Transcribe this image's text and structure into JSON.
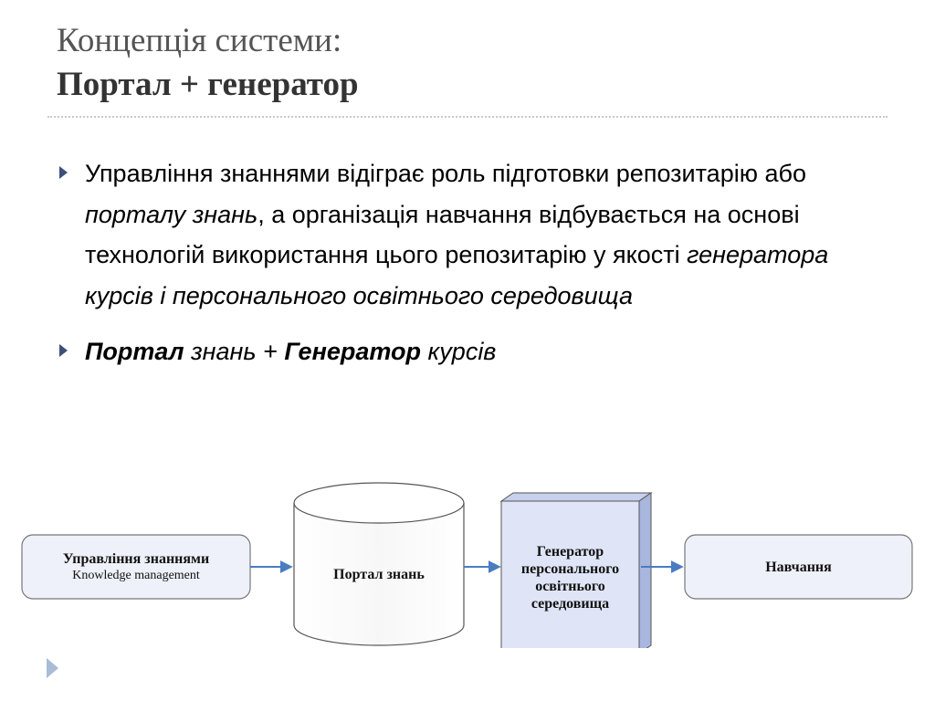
{
  "title": {
    "line1": "Концепція системи:",
    "line2": "Портал + генератор"
  },
  "bullets": [
    {
      "parts": [
        {
          "text": "Управління знаннями відіграє роль підготовки репозитарію або ",
          "style": "normal"
        },
        {
          "text": "порталу знань",
          "style": "italic"
        },
        {
          "text": ", а організація навчання відбувається на основі технологій використання цього репозитарію у якості ",
          "style": "normal"
        },
        {
          "text": "генератора курсів і персонального освітнього середовища",
          "style": "italic"
        }
      ]
    },
    {
      "parts": [
        {
          "text": "Портал",
          "style": "bold-italic"
        },
        {
          "text": " знань + ",
          "style": "italic"
        },
        {
          "text": "Генератор",
          "style": "bold-italic"
        },
        {
          "text": " курсів",
          "style": "italic"
        }
      ]
    }
  ],
  "diagram": {
    "km_box": {
      "title": "Управління знаннями",
      "subtitle": "Knowledge management"
    },
    "portal": {
      "label": "Портал знань"
    },
    "generator": {
      "lines": [
        "Генератор",
        "персонального",
        "освітнього",
        "середовища"
      ]
    },
    "learning": {
      "label": "Навчання"
    }
  },
  "icons": {
    "bullet": "triangle-right-icon",
    "nav": "triangle-right-icon"
  },
  "colors": {
    "bullet": "#3d4f7a",
    "nav_arrow": "#a9bcd6",
    "box_fill": "#eef1f9",
    "arrow": "#4a7cc0",
    "cube_side": "#a9b6dd",
    "cube_face": "#dfe5f6"
  }
}
